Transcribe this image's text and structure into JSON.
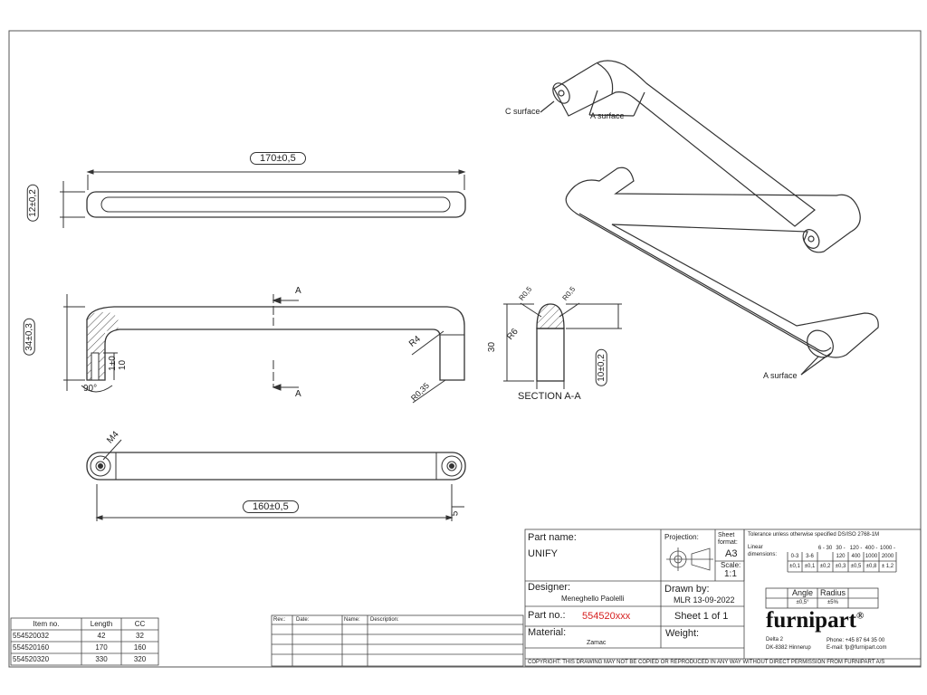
{
  "drawing": {
    "dims": {
      "overall_length": "170±0,5",
      "height": "12±0,2",
      "depth": "34±0,3",
      "pin_length": "10",
      "angle": "90°",
      "radius_r4": "R4",
      "radius_r035": "R0,35",
      "section_mark_top": "A",
      "section_mark_bottom": "A",
      "thread": "M4",
      "cc": "160±0,5",
      "edge": "5",
      "section_r05_left": "R0,5",
      "section_r05_right": "R0,5",
      "section_r6": "R6",
      "section_height": "30",
      "section_width": "10±0,2",
      "section_label": "SECTION A-A"
    },
    "iso_labels": {
      "c_surface": "C surface",
      "a_surface_top": "A surface",
      "a_surface_bottom": "A surface"
    }
  },
  "items_table": {
    "headers": [
      "Item no.",
      "Length",
      "CC"
    ],
    "rows": [
      [
        "554520032",
        "42",
        "32"
      ],
      [
        "554520160",
        "170",
        "160"
      ],
      [
        "554520320",
        "330",
        "320"
      ]
    ]
  },
  "revision_table": {
    "headers": [
      "Rev.:",
      "Date:",
      "Name:",
      "Description:"
    ]
  },
  "title_block": {
    "part_name_label": "Part name:",
    "part_name": "UNIFY",
    "projection_label": "Projection:",
    "sheet_format_label": "Sheet format:",
    "sheet_format": "A3",
    "scale_label": "Scale:",
    "scale": "1:1",
    "tolerance_title": "Tolerance unless otherwise specified DS/ISO 2768-1M",
    "linear_label": "Linear dimensions:",
    "tol_ranges": [
      "0-3",
      "3-6",
      "6 - 30",
      "30 - 120",
      "120 - 400",
      "400 - 1000",
      "1000 - 2000"
    ],
    "tol_values": [
      "±0,1",
      "±0,1",
      "±0,2",
      "±0,3",
      "±0,5",
      "±0,8",
      "± 1,2"
    ],
    "angle_label": "Angle",
    "radius_label": "Radius",
    "angle_value": "±0,5°",
    "radius_value": "±5%",
    "designer_label": "Designer:",
    "designer": "Meneghello Paolelli",
    "drawn_by_label": "Drawn by:",
    "drawn_by": "MLR 13-09-2022",
    "part_no_label": "Part no.:",
    "part_no": "554520xxx",
    "sheet": "Sheet 1 of 1",
    "material_label": "Material:",
    "material": "Zamac",
    "weight_label": "Weight:",
    "logo": "furnipart",
    "logo_mark": "®",
    "address_1": "Delta 2",
    "address_2": "DK-8382 Hinnerup",
    "phone": "Phone:   +45 87 64 35 00",
    "email": "E-mail:  fp@furnipart.com",
    "copyright": "COPYRIGHT: THIS DRAWING MAY NOT BE COPIED OR REPRODUCED IN ANY WAY WITHOUT DIRECT PERMISSION FROM FURNIPART A/S"
  }
}
